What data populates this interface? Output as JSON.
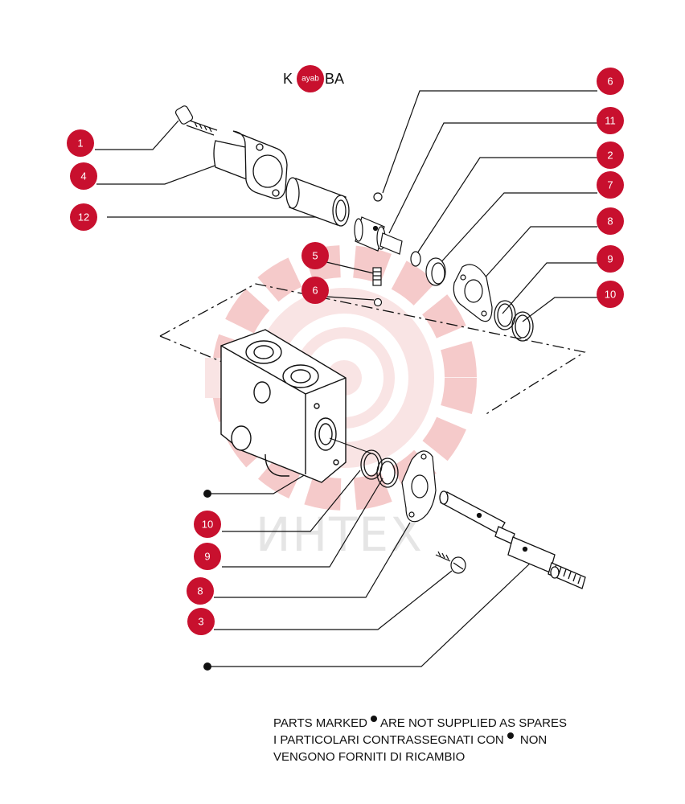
{
  "brand": {
    "text_left": "K",
    "badge": "ayab",
    "text_right": "BA"
  },
  "watermark": {
    "text": "ИНТЕХ"
  },
  "callouts": [
    "1",
    "4",
    "12",
    "5",
    "6",
    "6",
    "11",
    "2",
    "7",
    "8",
    "9",
    "10",
    "10",
    "9",
    "8",
    "3"
  ],
  "notes": {
    "line1_pre": "PARTS MARKED",
    "line1_post": "ARE NOT SUPPLIED AS SPARES",
    "line2_pre": "I  PARTICOLARI  CONTRASSEGNATI  CON",
    "line2_post": "NON",
    "line3": "VENGONO FORNITI DI RICAMBIO"
  },
  "colors": {
    "callout": "#c8102e",
    "watermark": "#f2b8b8",
    "line": "#111111"
  }
}
